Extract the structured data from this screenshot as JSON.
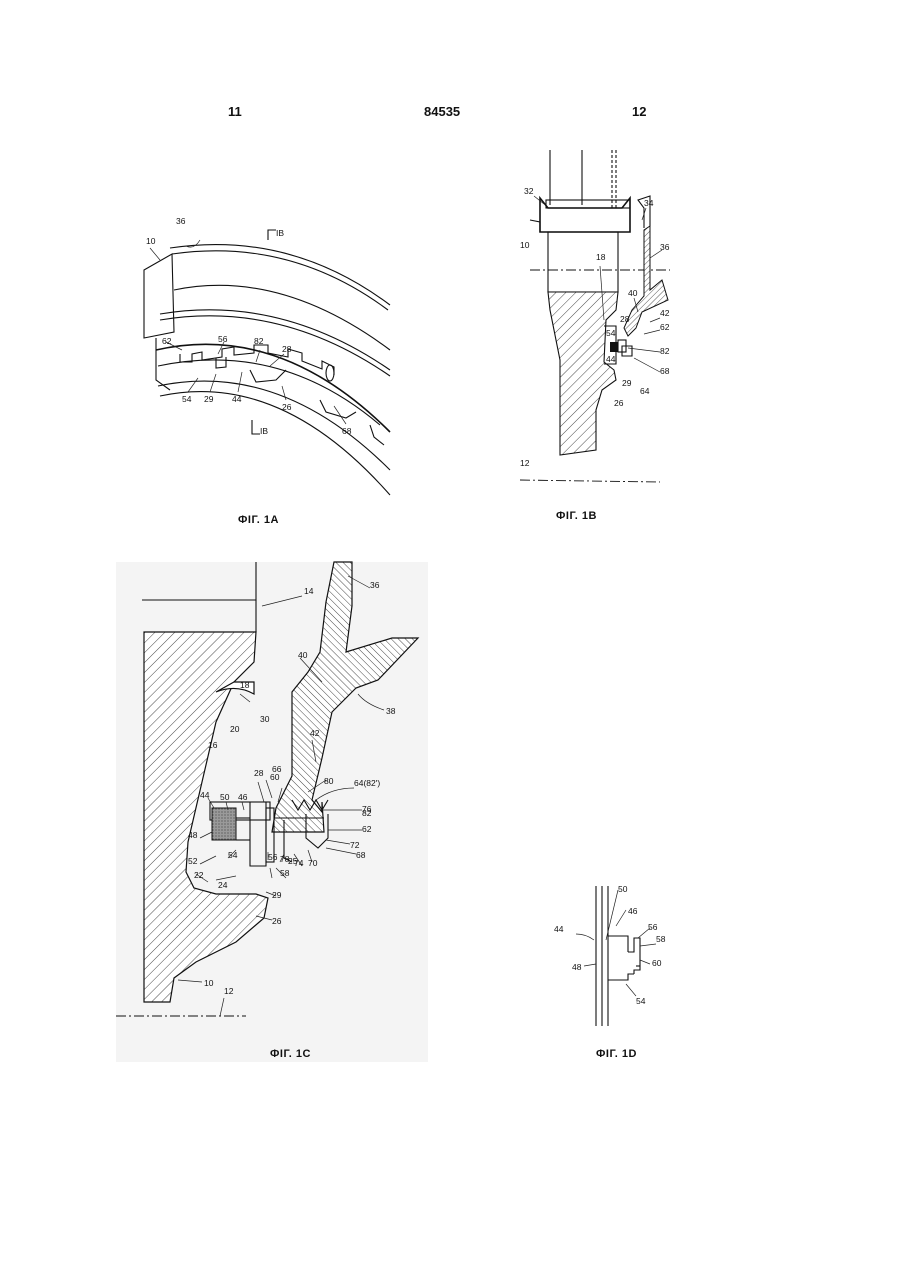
{
  "header": {
    "left_page": "11",
    "doc_number": "84535",
    "right_page": "12"
  },
  "figures": {
    "fig1a": {
      "caption": "ФІГ. 1А",
      "section_mark_top": "IB",
      "section_mark_bottom": "IB",
      "labels": [
        "10",
        "36",
        "62",
        "56",
        "82",
        "28",
        "54",
        "29",
        "44",
        "26",
        "68"
      ]
    },
    "fig1b": {
      "caption": "ФІГ. 1В",
      "labels": [
        "32",
        "34",
        "36",
        "10",
        "18",
        "40",
        "42",
        "28",
        "62",
        "54",
        "82",
        "44",
        "68",
        "29",
        "64",
        "26",
        "12"
      ]
    },
    "fig1c": {
      "caption": "ФІГ. 1С",
      "labels": [
        "14",
        "36",
        "40",
        "38",
        "18",
        "20",
        "30",
        "16",
        "42",
        "64(82')",
        "80",
        "28",
        "60",
        "66",
        "44",
        "50",
        "46",
        "76",
        "82",
        "48",
        "62",
        "72",
        "52",
        "54",
        "56",
        "78",
        "70",
        "74",
        "68",
        "58",
        "22",
        "24",
        "25",
        "29",
        "26",
        "10",
        "12"
      ]
    },
    "fig1d": {
      "caption": "ФІГ. 1D",
      "labels": [
        "50",
        "46",
        "44",
        "56",
        "58",
        "48",
        "60",
        "54"
      ]
    }
  },
  "colors": {
    "ink": "#111111",
    "paper": "#ffffff",
    "scan_bg": "#f4f4f4"
  }
}
